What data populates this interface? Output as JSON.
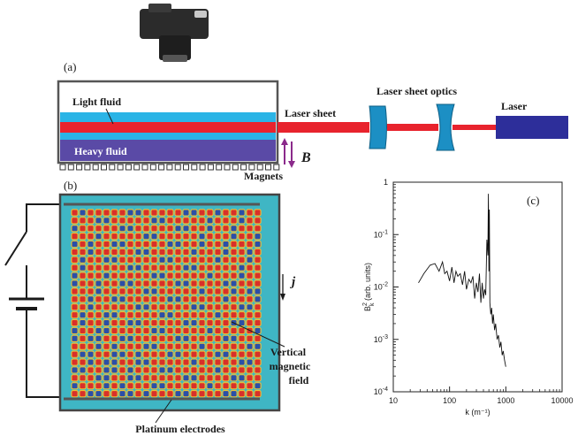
{
  "panels": {
    "a": "(a)",
    "b": "(b)",
    "c": "(c)"
  },
  "setup": {
    "light_fluid": "Light fluid",
    "heavy_fluid": "Heavy fluid",
    "laser_sheet": "Laser sheet",
    "laser_sheet_optics": "Laser sheet optics",
    "laser": "Laser",
    "magnets": "Magnets",
    "field_symbol": "B"
  },
  "cell": {
    "current_symbol": "j",
    "field_label_line1": "Vertical",
    "field_label_line2": "magnetic",
    "field_label_line3": "field",
    "electrodes": "Platinum electrodes"
  },
  "colors": {
    "light_fluid": "#2ab4e6",
    "heavy_fluid": "#5a4aa6",
    "laser": "#e8232d",
    "laser_box": "#2d2e9a",
    "optics": "#1c8fc4",
    "cell_bg": "#3fb6c4",
    "pattern_red": "#d8302a",
    "pattern_blue": "#2a4fa8",
    "pattern_yellow": "#f1c233",
    "field_arrow": "#8b2a8b"
  },
  "chart_data": {
    "type": "line",
    "title": "",
    "xlabel": "k (m⁻¹)",
    "ylabel": "B²k (arb. units)",
    "ylabel_main": "B",
    "ylabel_sup": "2",
    "ylabel_sub": "k",
    "ylabel_rest": " (arb. units)",
    "xscale": "log",
    "yscale": "log",
    "xlim": [
      10,
      10000
    ],
    "ylim": [
      0.0001,
      1
    ],
    "xticks": [
      10,
      100,
      1000,
      10000
    ],
    "xtick_labels": [
      "10",
      "100",
      "1000",
      "10000"
    ],
    "yticks": [
      1,
      0.1,
      0.01,
      0.001,
      0.0001
    ],
    "ytick_base": [
      "1",
      "10",
      "10",
      "10",
      "10"
    ],
    "ytick_exp": [
      "",
      "-1",
      "-2",
      "-3",
      "-4"
    ],
    "grid": false,
    "series": [
      {
        "x": [
          28,
          35,
          45,
          55,
          65,
          75,
          82,
          90,
          100,
          110,
          120,
          130,
          140,
          155,
          170,
          185,
          200,
          220,
          240,
          260,
          280,
          300,
          320,
          340,
          360,
          380,
          400,
          420,
          440,
          460,
          480,
          490,
          500,
          510,
          520,
          540,
          560,
          580,
          600,
          630,
          660,
          700,
          740,
          780,
          820,
          860,
          900,
          950,
          1000
        ],
        "y": [
          0.012,
          0.018,
          0.026,
          0.028,
          0.02,
          0.03,
          0.018,
          0.02,
          0.013,
          0.024,
          0.012,
          0.02,
          0.016,
          0.018,
          0.011,
          0.02,
          0.009,
          0.014,
          0.012,
          0.016,
          0.006,
          0.012,
          0.008,
          0.018,
          0.005,
          0.012,
          0.006,
          0.009,
          0.007,
          0.08,
          0.04,
          0.6,
          0.02,
          0.3,
          0.005,
          0.003,
          0.004,
          0.002,
          0.003,
          0.0015,
          0.002,
          0.001,
          0.0012,
          0.0007,
          0.0009,
          0.0005,
          0.0006,
          0.0004,
          0.0003
        ]
      }
    ]
  }
}
